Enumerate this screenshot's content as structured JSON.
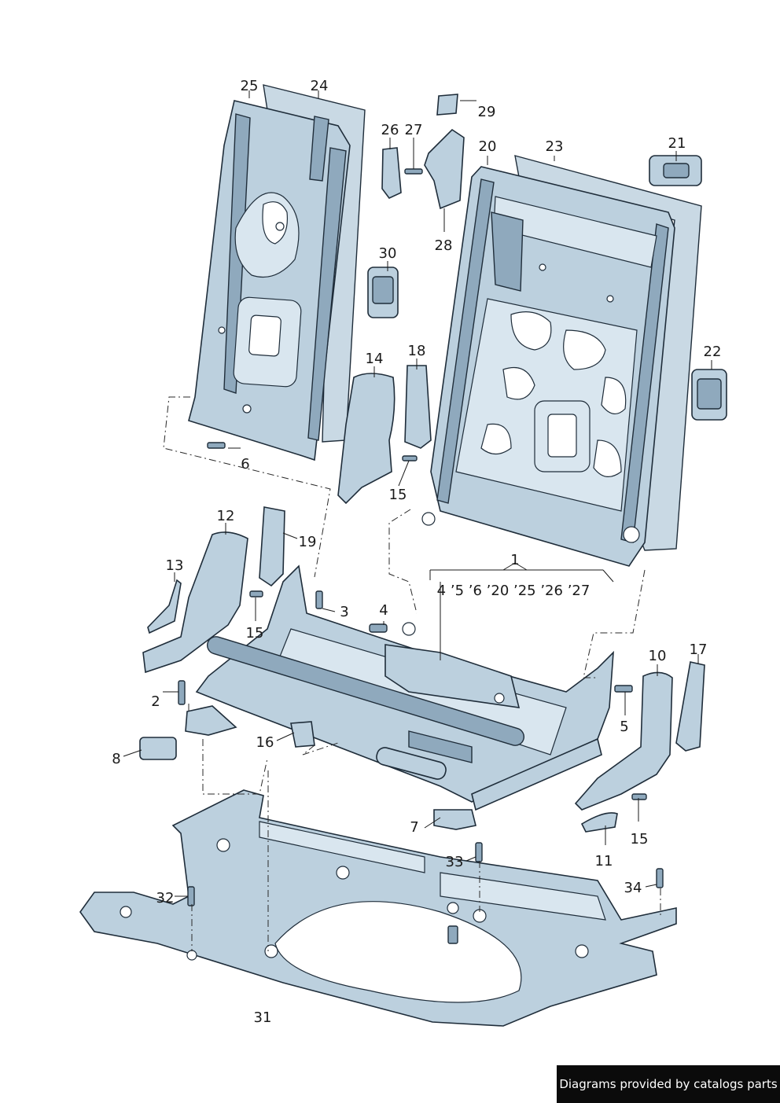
{
  "callouts": {
    "c25": "25",
    "c24": "24",
    "c29": "29",
    "c26": "26",
    "c27": "27",
    "c20": "20",
    "c23": "23",
    "c21": "21",
    "c28": "28",
    "c30": "30",
    "c22": "22",
    "c14": "14",
    "c18": "18",
    "c6": "6",
    "c15a": "15",
    "c12": "12",
    "c19": "19",
    "c13": "13",
    "c1": "1",
    "c1list": "4 ’5 ’6 ’20 ’25 ’26 ’27",
    "c3": "3",
    "c15b": "15",
    "c4": "4",
    "c10": "10",
    "c17": "17",
    "c2": "2",
    "c5": "5",
    "c16": "16",
    "c8": "8",
    "c7": "7",
    "c15c": "15",
    "c11": "11",
    "c33": "33",
    "c34": "34",
    "c32": "32",
    "c31": "31"
  },
  "footer": {
    "text": "Diagrams provided by catalogs parts"
  },
  "colors": {
    "part_fill": "#bcd0de",
    "outline": "#1f2d3a",
    "footer_bg": "#0b0b0b"
  }
}
